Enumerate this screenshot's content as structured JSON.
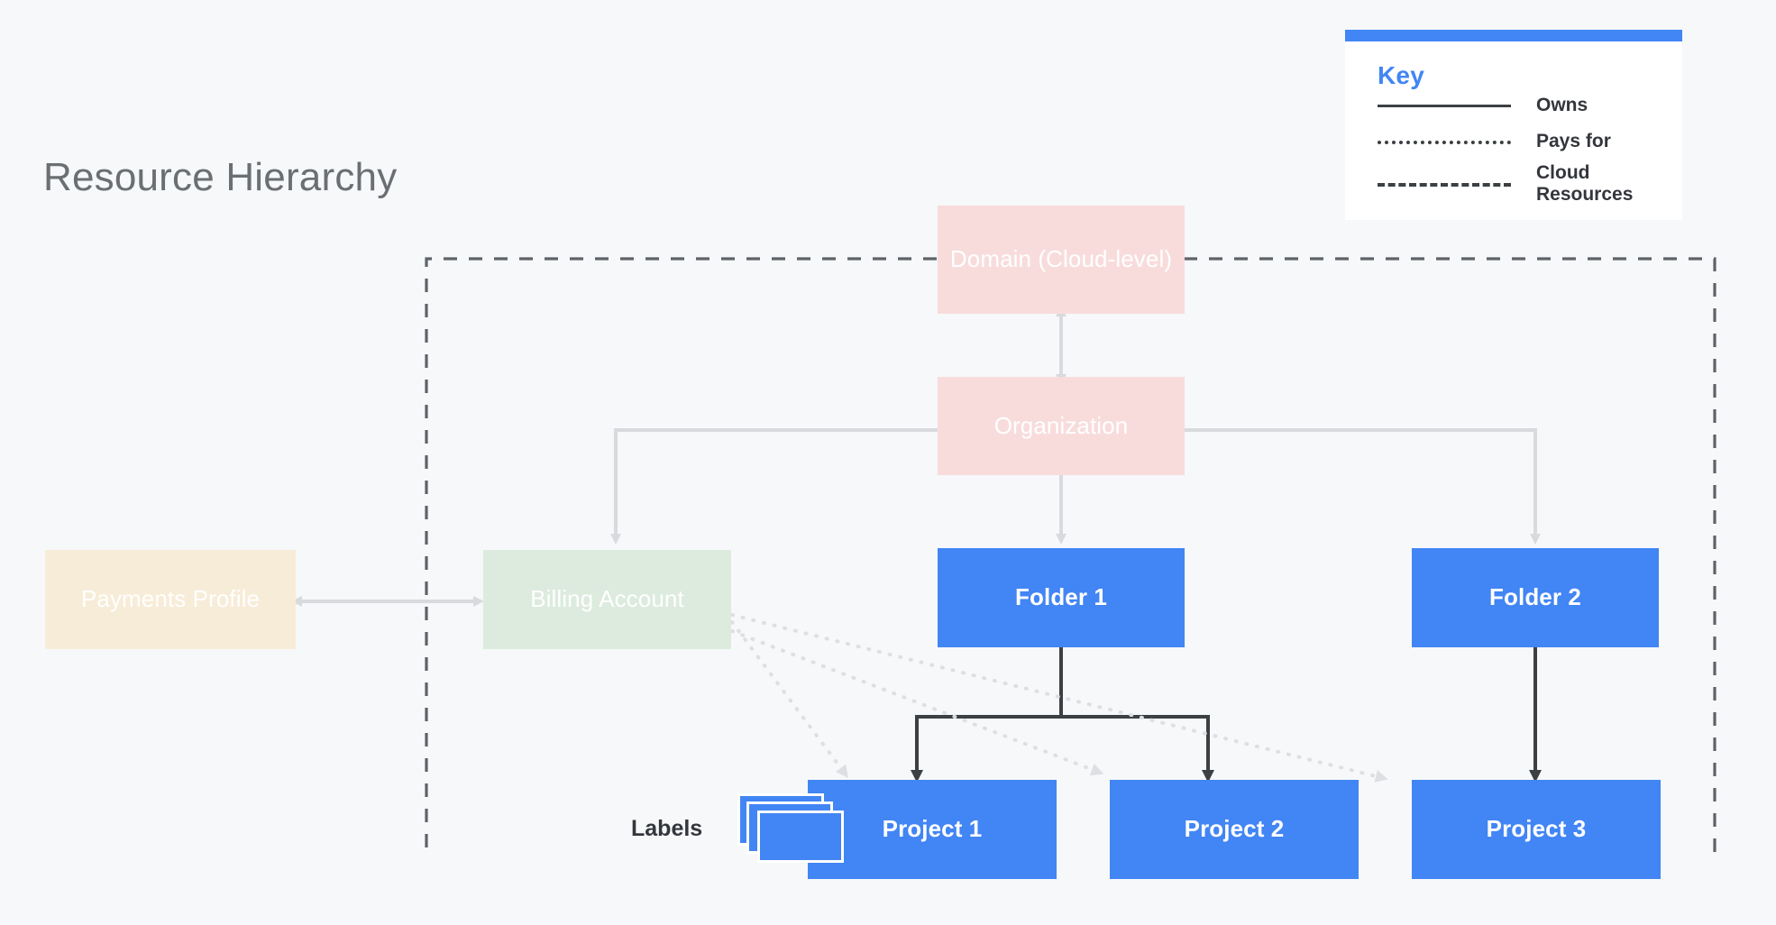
{
  "page": {
    "title": "Resource Hierarchy",
    "background_color": "#f6f8fa",
    "title_color": "#6b6f73"
  },
  "colors": {
    "blue": "#4285f4",
    "pink": "#f8dcdb",
    "green": "#dcebdd",
    "cream": "#f7ecd7",
    "connector_gray": "#d8dade",
    "connector_dark": "#3c4043",
    "dashed_boundary": "#5f6368"
  },
  "key": {
    "title": "Key",
    "title_color": "#4285f4",
    "accent_color": "#4285f4",
    "rows": [
      {
        "style": "solid",
        "label": "Owns"
      },
      {
        "style": "dotted",
        "label": "Pays for"
      },
      {
        "style": "dashed",
        "label": "Cloud Resources"
      }
    ]
  },
  "nodes": {
    "domain": {
      "label": "Domain (Cloud-level)",
      "fill": "#f8dcdb",
      "style": "pale"
    },
    "organization": {
      "label": "Organization",
      "fill": "#f8dcdb",
      "style": "pale"
    },
    "payments_profile": {
      "label": "Payments Profile",
      "fill": "#f7ecd7",
      "style": "pale"
    },
    "billing_account": {
      "label": "Billing Account",
      "fill": "#dcebdd",
      "style": "pale"
    },
    "folder1": {
      "label": "Folder 1",
      "fill": "#4285f4",
      "style": "solid"
    },
    "folder2": {
      "label": "Folder 2",
      "fill": "#4285f4",
      "style": "solid"
    },
    "project1": {
      "label": "Project 1",
      "fill": "#4285f4",
      "style": "solid"
    },
    "project2": {
      "label": "Project 2",
      "fill": "#4285f4",
      "style": "solid"
    },
    "project3": {
      "label": "Project 3",
      "fill": "#4285f4",
      "style": "solid"
    }
  },
  "annotations": {
    "labels_caption": "Labels",
    "labels_icon": "stacked-cards-icon"
  },
  "relationships": [
    {
      "from": "domain",
      "to": "organization",
      "type": "bidirectional-owns",
      "style": "solid-gray"
    },
    {
      "from": "organization",
      "to": "billing_account",
      "type": "owns",
      "style": "solid-gray"
    },
    {
      "from": "organization",
      "to": "folder1",
      "type": "owns",
      "style": "solid-gray"
    },
    {
      "from": "organization",
      "to": "folder2",
      "type": "owns",
      "style": "solid-gray"
    },
    {
      "from": "payments_profile",
      "to": "billing_account",
      "type": "bidirectional",
      "style": "solid-gray"
    },
    {
      "from": "folder1",
      "to": "project1",
      "type": "owns",
      "style": "solid-dark"
    },
    {
      "from": "folder1",
      "to": "project2",
      "type": "owns",
      "style": "solid-dark"
    },
    {
      "from": "folder2",
      "to": "project3",
      "type": "owns",
      "style": "solid-dark"
    },
    {
      "from": "billing_account",
      "to": "project1",
      "type": "pays-for",
      "style": "dotted"
    },
    {
      "from": "billing_account",
      "to": "project2",
      "type": "pays-for",
      "style": "dotted"
    },
    {
      "from": "billing_account",
      "to": "project3",
      "type": "pays-for",
      "style": "dotted"
    }
  ],
  "cloud_resources_boundary": {
    "description": "dashed rectangle enclosing cloud resources",
    "style": "dashed"
  }
}
